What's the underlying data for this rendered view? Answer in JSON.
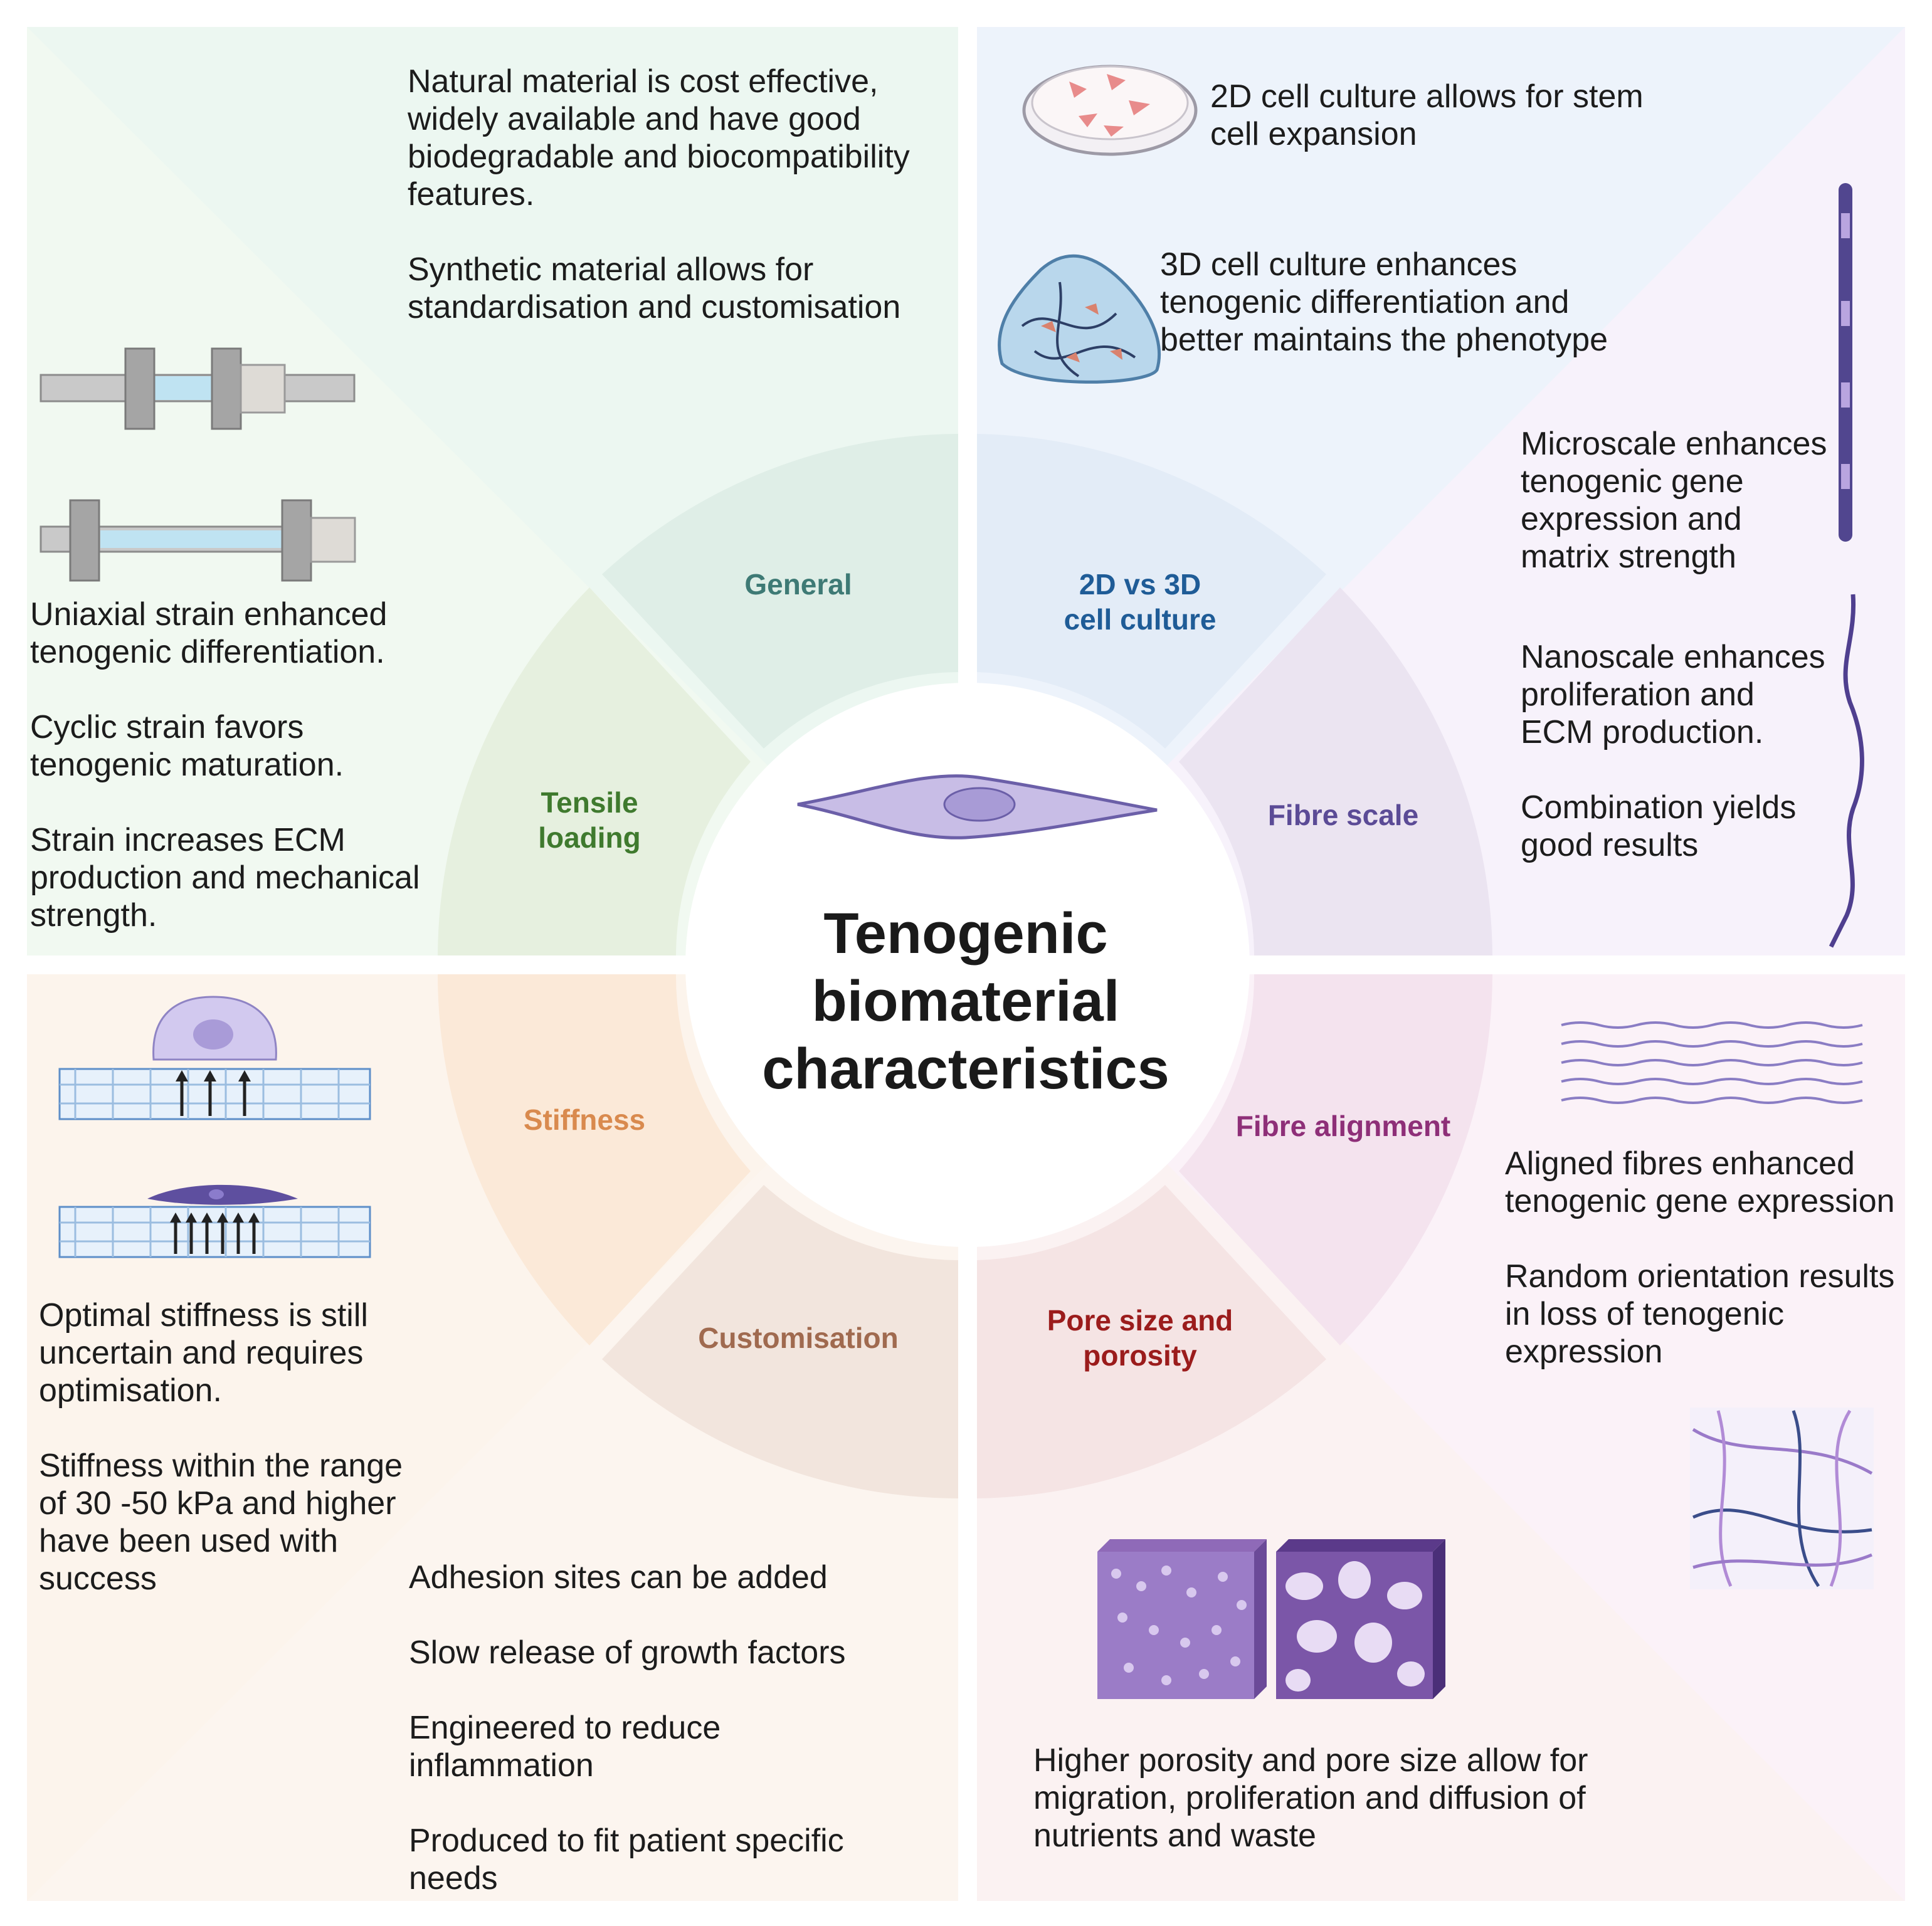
{
  "title": "Tenogenic biomaterial characteristics",
  "segments": {
    "general": "General",
    "culture": "2D vs 3D cell culture",
    "fibre_scale": "Fibre scale",
    "fibre_alignment": "Fibre alignment",
    "pore": "Pore size and porosity",
    "customisation": "Customisation",
    "stiffness": "Stiffness",
    "tensile": "Tensile loading"
  },
  "colors": {
    "general": "#3e7a75",
    "culture": "#1f5c97",
    "fibre_scale": "#5b4b96",
    "fibre_alignment": "#8e2f78",
    "pore": "#9b1c1c",
    "customisation": "#a06a4f",
    "stiffness": "#d98a4e",
    "tensile": "#3f7a2e"
  },
  "panels": {
    "general": [
      "Natural material is cost effective, widely available and have good biodegradable and biocompatibility features.",
      "Synthetic material allows for standardisation and customisation"
    ],
    "culture_2d": "2D cell culture allows for stem cell expansion",
    "culture_3d": "3D cell culture enhances tenogenic differentiation and better maintains the phenotype",
    "fibre_scale": [
      "Microscale enhances tenogenic gene expression and matrix strength",
      "Nanoscale enhances proliferation and ECM production.",
      "Combination yields good results"
    ],
    "fibre_alignment": [
      "Aligned fibres enhanced tenogenic gene expression",
      "Random orientation results in loss of tenogenic expression"
    ],
    "pore": "Higher porosity and pore size allow for migration, proliferation and diffusion of nutrients and waste",
    "customisation": [
      "Adhesion sites can be added",
      "Slow release of growth factors",
      "Engineered to reduce inflammation",
      "Produced to fit patient specific needs"
    ],
    "stiffness": [
      "Optimal stiffness is still uncertain and requires optimisation.",
      "Stiffness within the range of 30 -50 kPa and higher have been used with success"
    ],
    "tensile": [
      "Uniaxial strain enhanced tenogenic differentiation.",
      "Cyclic strain  favors tenogenic maturation.",
      "Strain increases ECM production and mechanical strength."
    ]
  }
}
